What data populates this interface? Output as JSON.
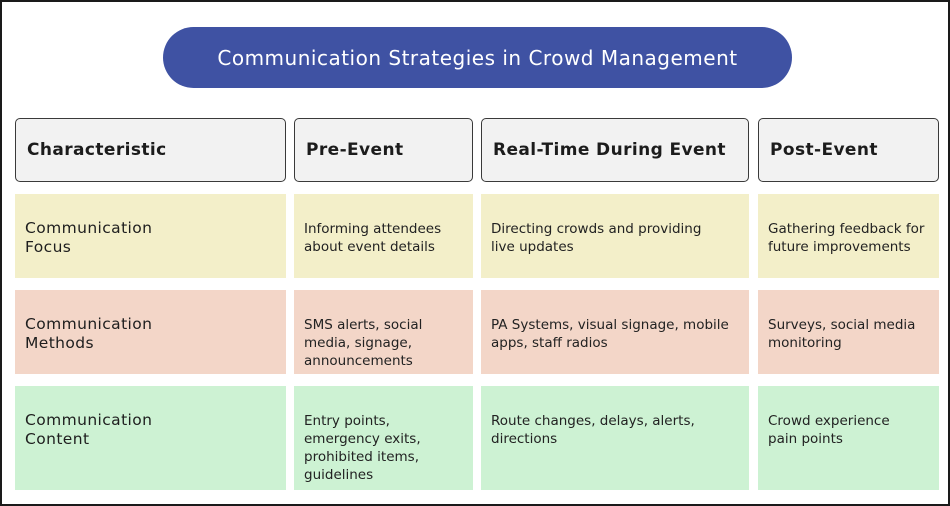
{
  "title": "Communication Strategies in Crowd Management",
  "headers": [
    "Characteristic",
    "Pre-Event",
    "Real-Time During Event",
    "Post-Event"
  ],
  "rows": [
    {
      "label": "Communication Focus",
      "cells": [
        "Informing attendees about event details",
        "Directing crowds and providing live updates",
        "Gathering feedback for future improvements"
      ]
    },
    {
      "label": "Communication Methods",
      "cells": [
        "SMS alerts, social media, signage, announcements",
        "PA Systems, visual signage, mobile apps, staff radios",
        "Surveys, social media monitoring"
      ]
    },
    {
      "label": "Communication Content",
      "cells": [
        "Entry points, emergency exits, prohibited items, guidelines",
        "Route changes, delays, alerts, directions",
        "Crowd experience pain points"
      ]
    }
  ],
  "colors": {
    "title_bg": "#3f52a3",
    "header_bg": "#f2f2f2",
    "row_focus": "#f3efc9",
    "row_methods": "#f3d6c8",
    "row_content": "#cdf2d3"
  }
}
